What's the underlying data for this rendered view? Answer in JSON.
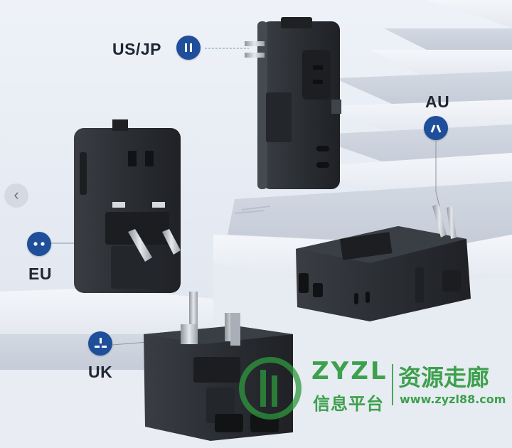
{
  "labels": {
    "us_jp": "US/JP",
    "au": "AU",
    "eu": "EU",
    "uk": "UK"
  },
  "icons": {
    "us_jp": "us-jp-plug-icon",
    "au": "au-plug-icon",
    "eu": "eu-plug-icon",
    "uk": "uk-plug-icon",
    "prev": "chevron-left-icon"
  },
  "navigation": {
    "prev_glyph": "‹"
  },
  "watermark": {
    "brand": "ZYZL",
    "name": "信息平台",
    "chinese": "资源走廊",
    "url": "www.zyzl88.com"
  },
  "colors": {
    "badge": "#1f4f9b",
    "device": "#2b2e33",
    "watermark": "#2f9a3f"
  }
}
